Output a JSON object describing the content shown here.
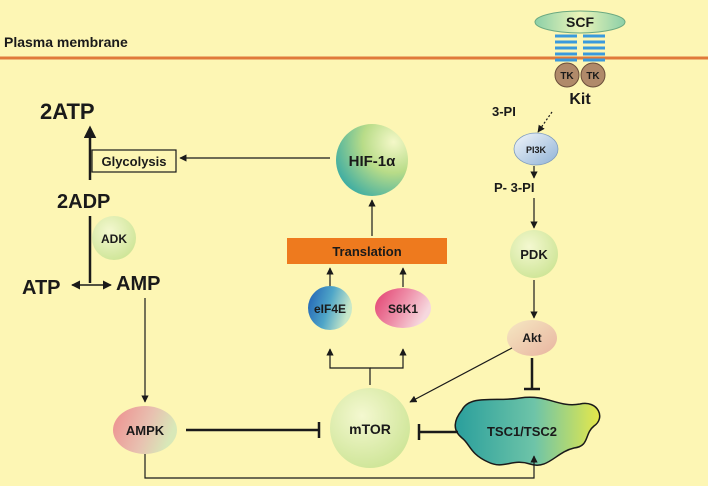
{
  "membrane": {
    "label": "Plasma membrane"
  },
  "receptor": {
    "ligand": "SCF",
    "kinase_domain_1": "TK",
    "kinase_domain_2": "TK",
    "name": "Kit"
  },
  "nodes": {
    "atp2": "2ATP",
    "glycolysis": "Glycolysis",
    "adp2": "2ADP",
    "adk": "ADK",
    "atp": "ATP",
    "amp": "AMP",
    "hif": "HIF-1α",
    "translation": "Translation",
    "eif4e": "eIF4E",
    "s6k1": "S6K1",
    "three_pi": "3-PI",
    "pi3k": "PI3K",
    "p_three_pi": "P- 3-PI",
    "pdk": "PDK",
    "akt": "Akt",
    "ampk": "AMPK",
    "mtor": "mTOR",
    "tsc": "TSC1/TSC2"
  },
  "colors": {
    "background": "#FDF6B4",
    "membrane_line": "#E07A3A",
    "translation_bar": "#EE7A1E",
    "teal": "#3DB0A8",
    "lime": "#D8EC9A",
    "pink": "#E8557A",
    "blue": "#2E74C0",
    "kinase_brown": "#B08A6A",
    "coil_blue": "#3A9ADC"
  }
}
